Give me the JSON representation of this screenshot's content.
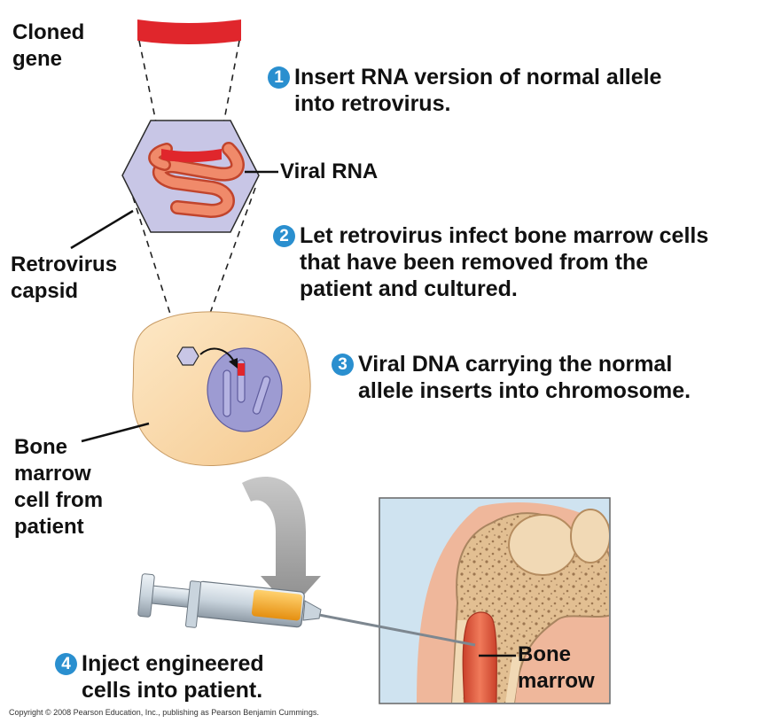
{
  "labels": {
    "cloned_gene": [
      "Cloned",
      "gene"
    ],
    "viral_rna": "Viral RNA",
    "retrovirus_capsid": [
      "Retrovirus",
      "capsid"
    ],
    "bone_marrow_cell": [
      "Bone",
      "marrow",
      "cell from",
      "patient"
    ],
    "bone_marrow": [
      "Bone",
      "marrow"
    ]
  },
  "steps": [
    {
      "num": "1",
      "lines": [
        "Insert RNA version of normal allele",
        "into retrovirus."
      ]
    },
    {
      "num": "2",
      "lines": [
        "Let retrovirus infect bone marrow cells",
        "that have been removed from the",
        "patient and cultured."
      ]
    },
    {
      "num": "3",
      "lines": [
        "Viral DNA carrying the normal",
        "allele inserts into chromosome."
      ]
    },
    {
      "num": "4",
      "lines": [
        "Inject engineered",
        "cells into patient."
      ]
    }
  ],
  "copyright": "Copyright © 2008 Pearson Education, Inc., publishing as Pearson Benjamin Cummings.",
  "colors": {
    "gene_red": "#e0262c",
    "capsid_fill": "#c8c6e6",
    "rna_salmon": "#f08a6a",
    "cell_fill": "#f9d9a8",
    "nucleus_fill": "#9d9bd2",
    "badge_blue": "#2a8fcf",
    "panel_blue": "#cfe3f0",
    "bone_tan": "#e8c79e",
    "marrow_red": "#e25c3c",
    "syringe_orange": "#f4a52a"
  }
}
